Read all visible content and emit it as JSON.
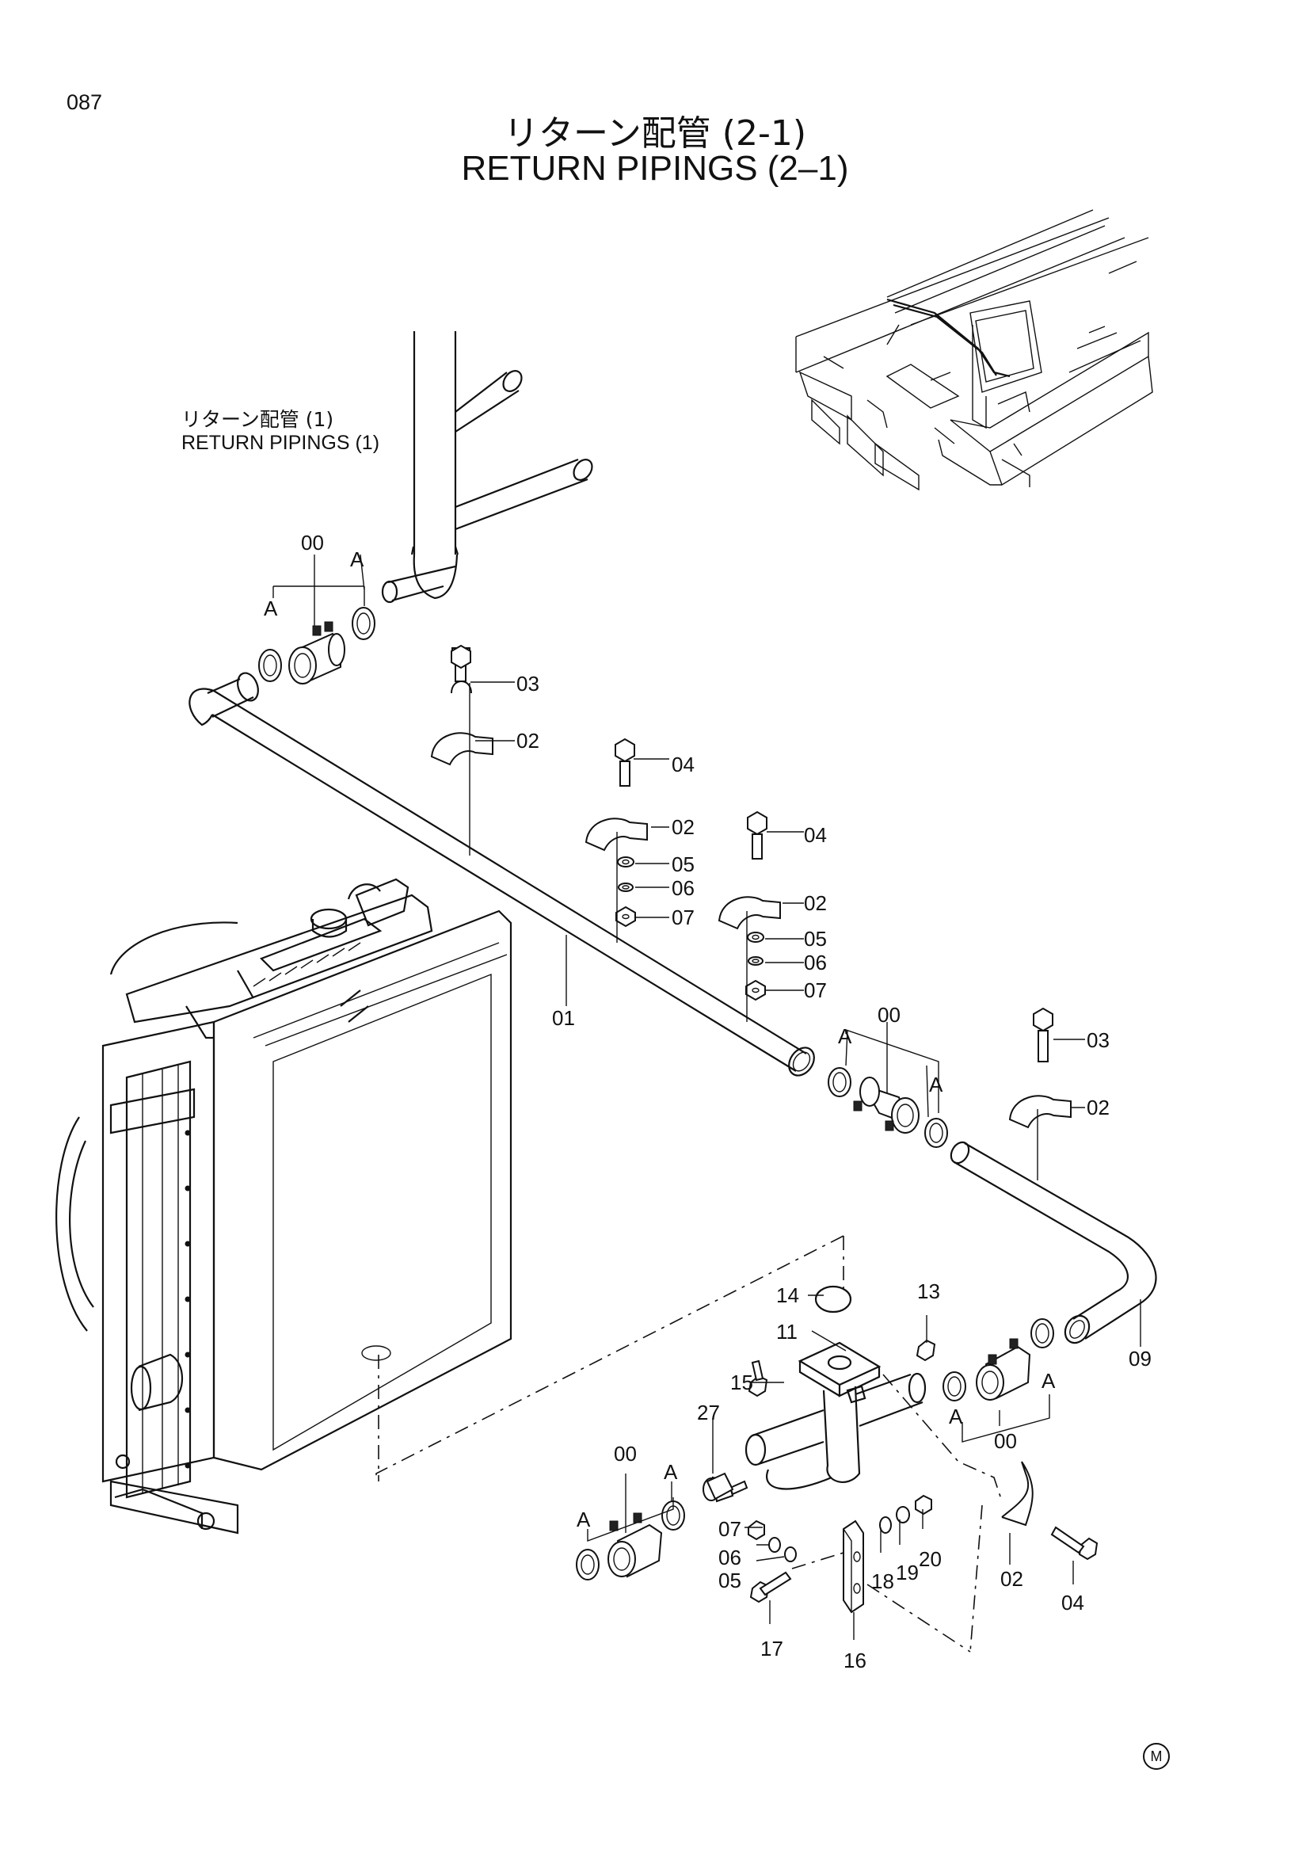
{
  "page_number": "087",
  "title": {
    "japanese": "リターン配管 (2-1)",
    "english": "RETURN PIPINGS (2–1)"
  },
  "reference": {
    "japanese": "リターン配管 (1)",
    "english": "RETURN PIPINGS (1)"
  },
  "callouts": {
    "c00_a": "00",
    "c00_b": "00",
    "c00_c": "00",
    "c00_d": "00",
    "a1": "A",
    "a2": "A",
    "a3": "A",
    "a4": "A",
    "a5": "A",
    "a6": "A",
    "a7": "A",
    "a8": "A",
    "c01": "01",
    "c02_a": "02",
    "c02_b": "02",
    "c02_c": "02",
    "c02_d": "02",
    "c02_e": "02",
    "c03_a": "03",
    "c03_b": "03",
    "c04_a": "04",
    "c04_b": "04",
    "c04_c": "04",
    "c05_a": "05",
    "c05_b": "05",
    "c05_c": "05",
    "c06_a": "06",
    "c06_b": "06",
    "c06_c": "06",
    "c07_a": "07",
    "c07_b": "07",
    "c07_c": "07",
    "c09": "09",
    "c11": "11",
    "c13": "13",
    "c14": "14",
    "c15": "15",
    "c16": "16",
    "c17": "17",
    "c18": "18",
    "c19": "19",
    "c20": "20",
    "c27": "27"
  },
  "mark": "M"
}
